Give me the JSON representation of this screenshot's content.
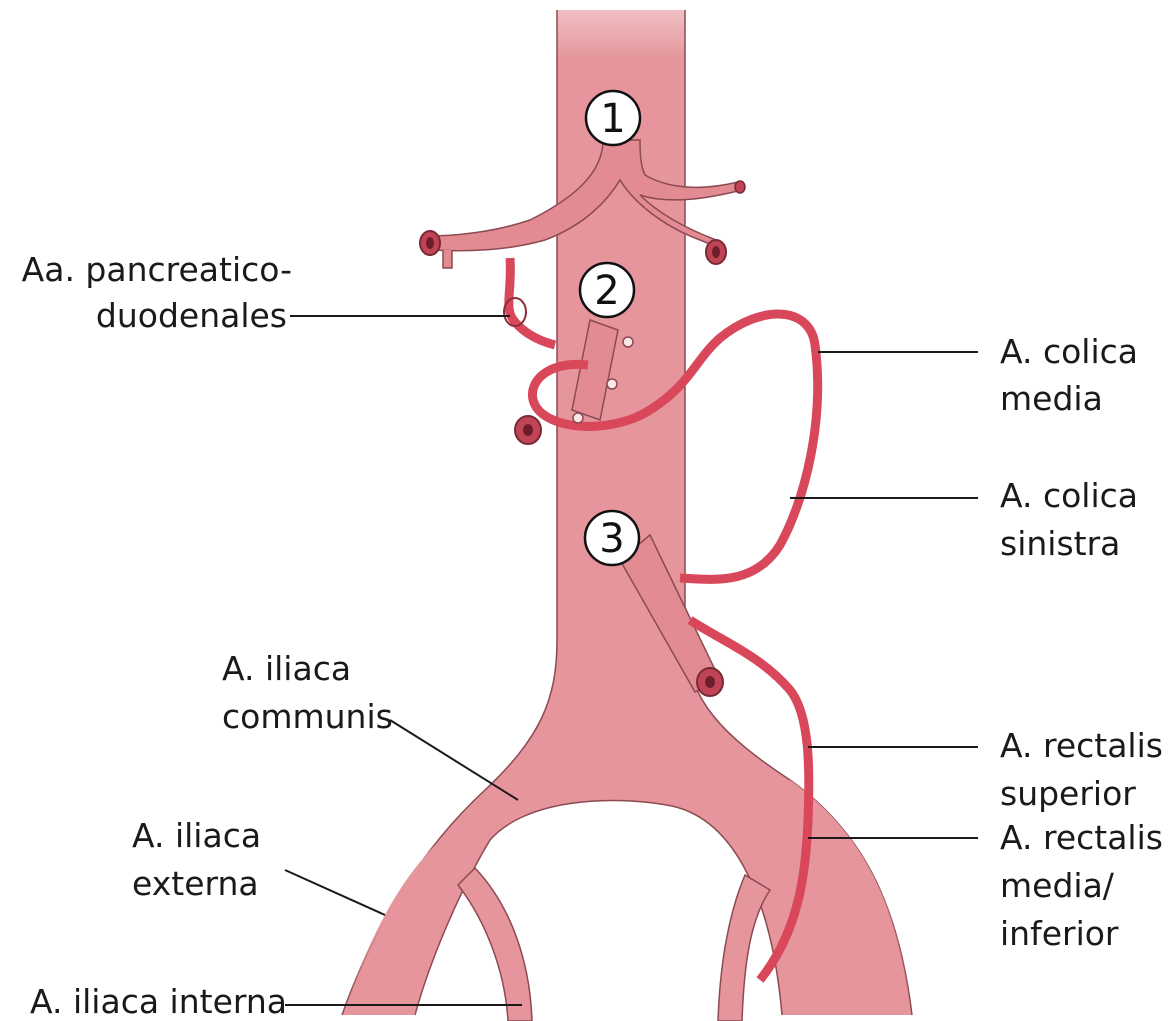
{
  "diagram": {
    "colors": {
      "vessel_fill": "#e5959b",
      "vessel_outline": "#b55a63",
      "artery_dark": "#d9475b",
      "leader": "#1a1a1a",
      "badge_fill": "#ffffff"
    },
    "markers": [
      "1",
      "2",
      "3"
    ],
    "labels": {
      "pancreatico_1": "Aa. pancreatico-",
      "pancreatico_2": "duodenales",
      "colica_media_1": "A. colica",
      "colica_media_2": "media",
      "colica_sinistra_1": "A. colica",
      "colica_sinistra_2": "sinistra",
      "iliaca_communis_1": "A. iliaca",
      "iliaca_communis_2": "communis",
      "rectalis_superior_1": "A. rectalis",
      "rectalis_superior_2": "superior",
      "iliaca_externa_1": "A. iliaca",
      "iliaca_externa_2": "externa",
      "rectalis_media_1": "A. rectalis",
      "rectalis_media_2": "media/",
      "rectalis_media_3": "inferior",
      "iliaca_interna": "A. iliaca interna"
    }
  }
}
